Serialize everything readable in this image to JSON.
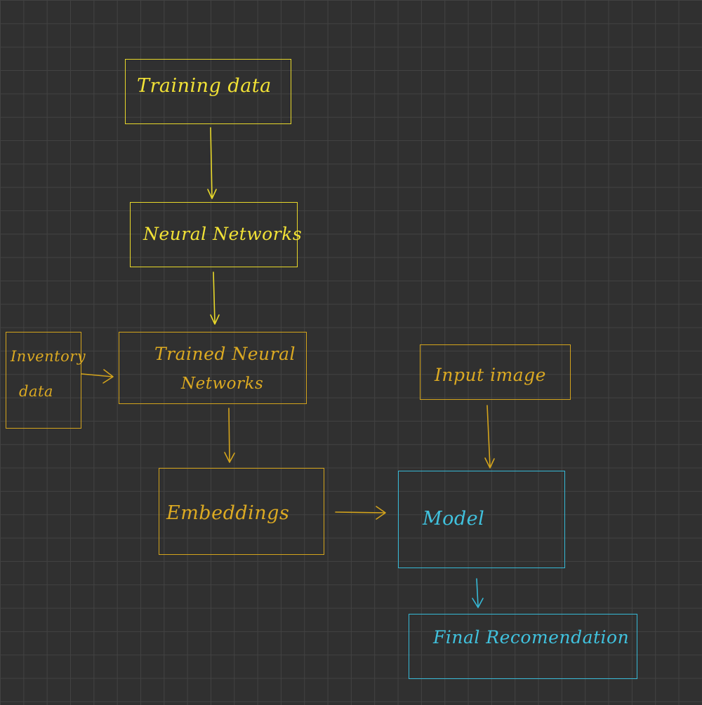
{
  "diagram": {
    "nodes": {
      "training_data": "Training data",
      "neural_networks": "Neural Networks",
      "inventory_data_line1": "Inventory",
      "inventory_data_line2": "data",
      "trained_nn_line1": "Trained Neural",
      "trained_nn_line2": "Networks",
      "input_image": "Input image",
      "embeddings": "Embeddings",
      "model": "Model",
      "final_recommendation": "Final Recomendation"
    },
    "colors": {
      "background": "#303030",
      "grid": "#424242",
      "yellow": "#e8d82a",
      "orange": "#d4a41c",
      "cyan": "#36b9d6"
    },
    "edges": [
      {
        "from": "training_data",
        "to": "neural_networks"
      },
      {
        "from": "neural_networks",
        "to": "trained_neural_networks"
      },
      {
        "from": "inventory_data",
        "to": "trained_neural_networks"
      },
      {
        "from": "trained_neural_networks",
        "to": "embeddings"
      },
      {
        "from": "embeddings",
        "to": "model"
      },
      {
        "from": "input_image",
        "to": "model"
      },
      {
        "from": "model",
        "to": "final_recommendation"
      }
    ]
  }
}
